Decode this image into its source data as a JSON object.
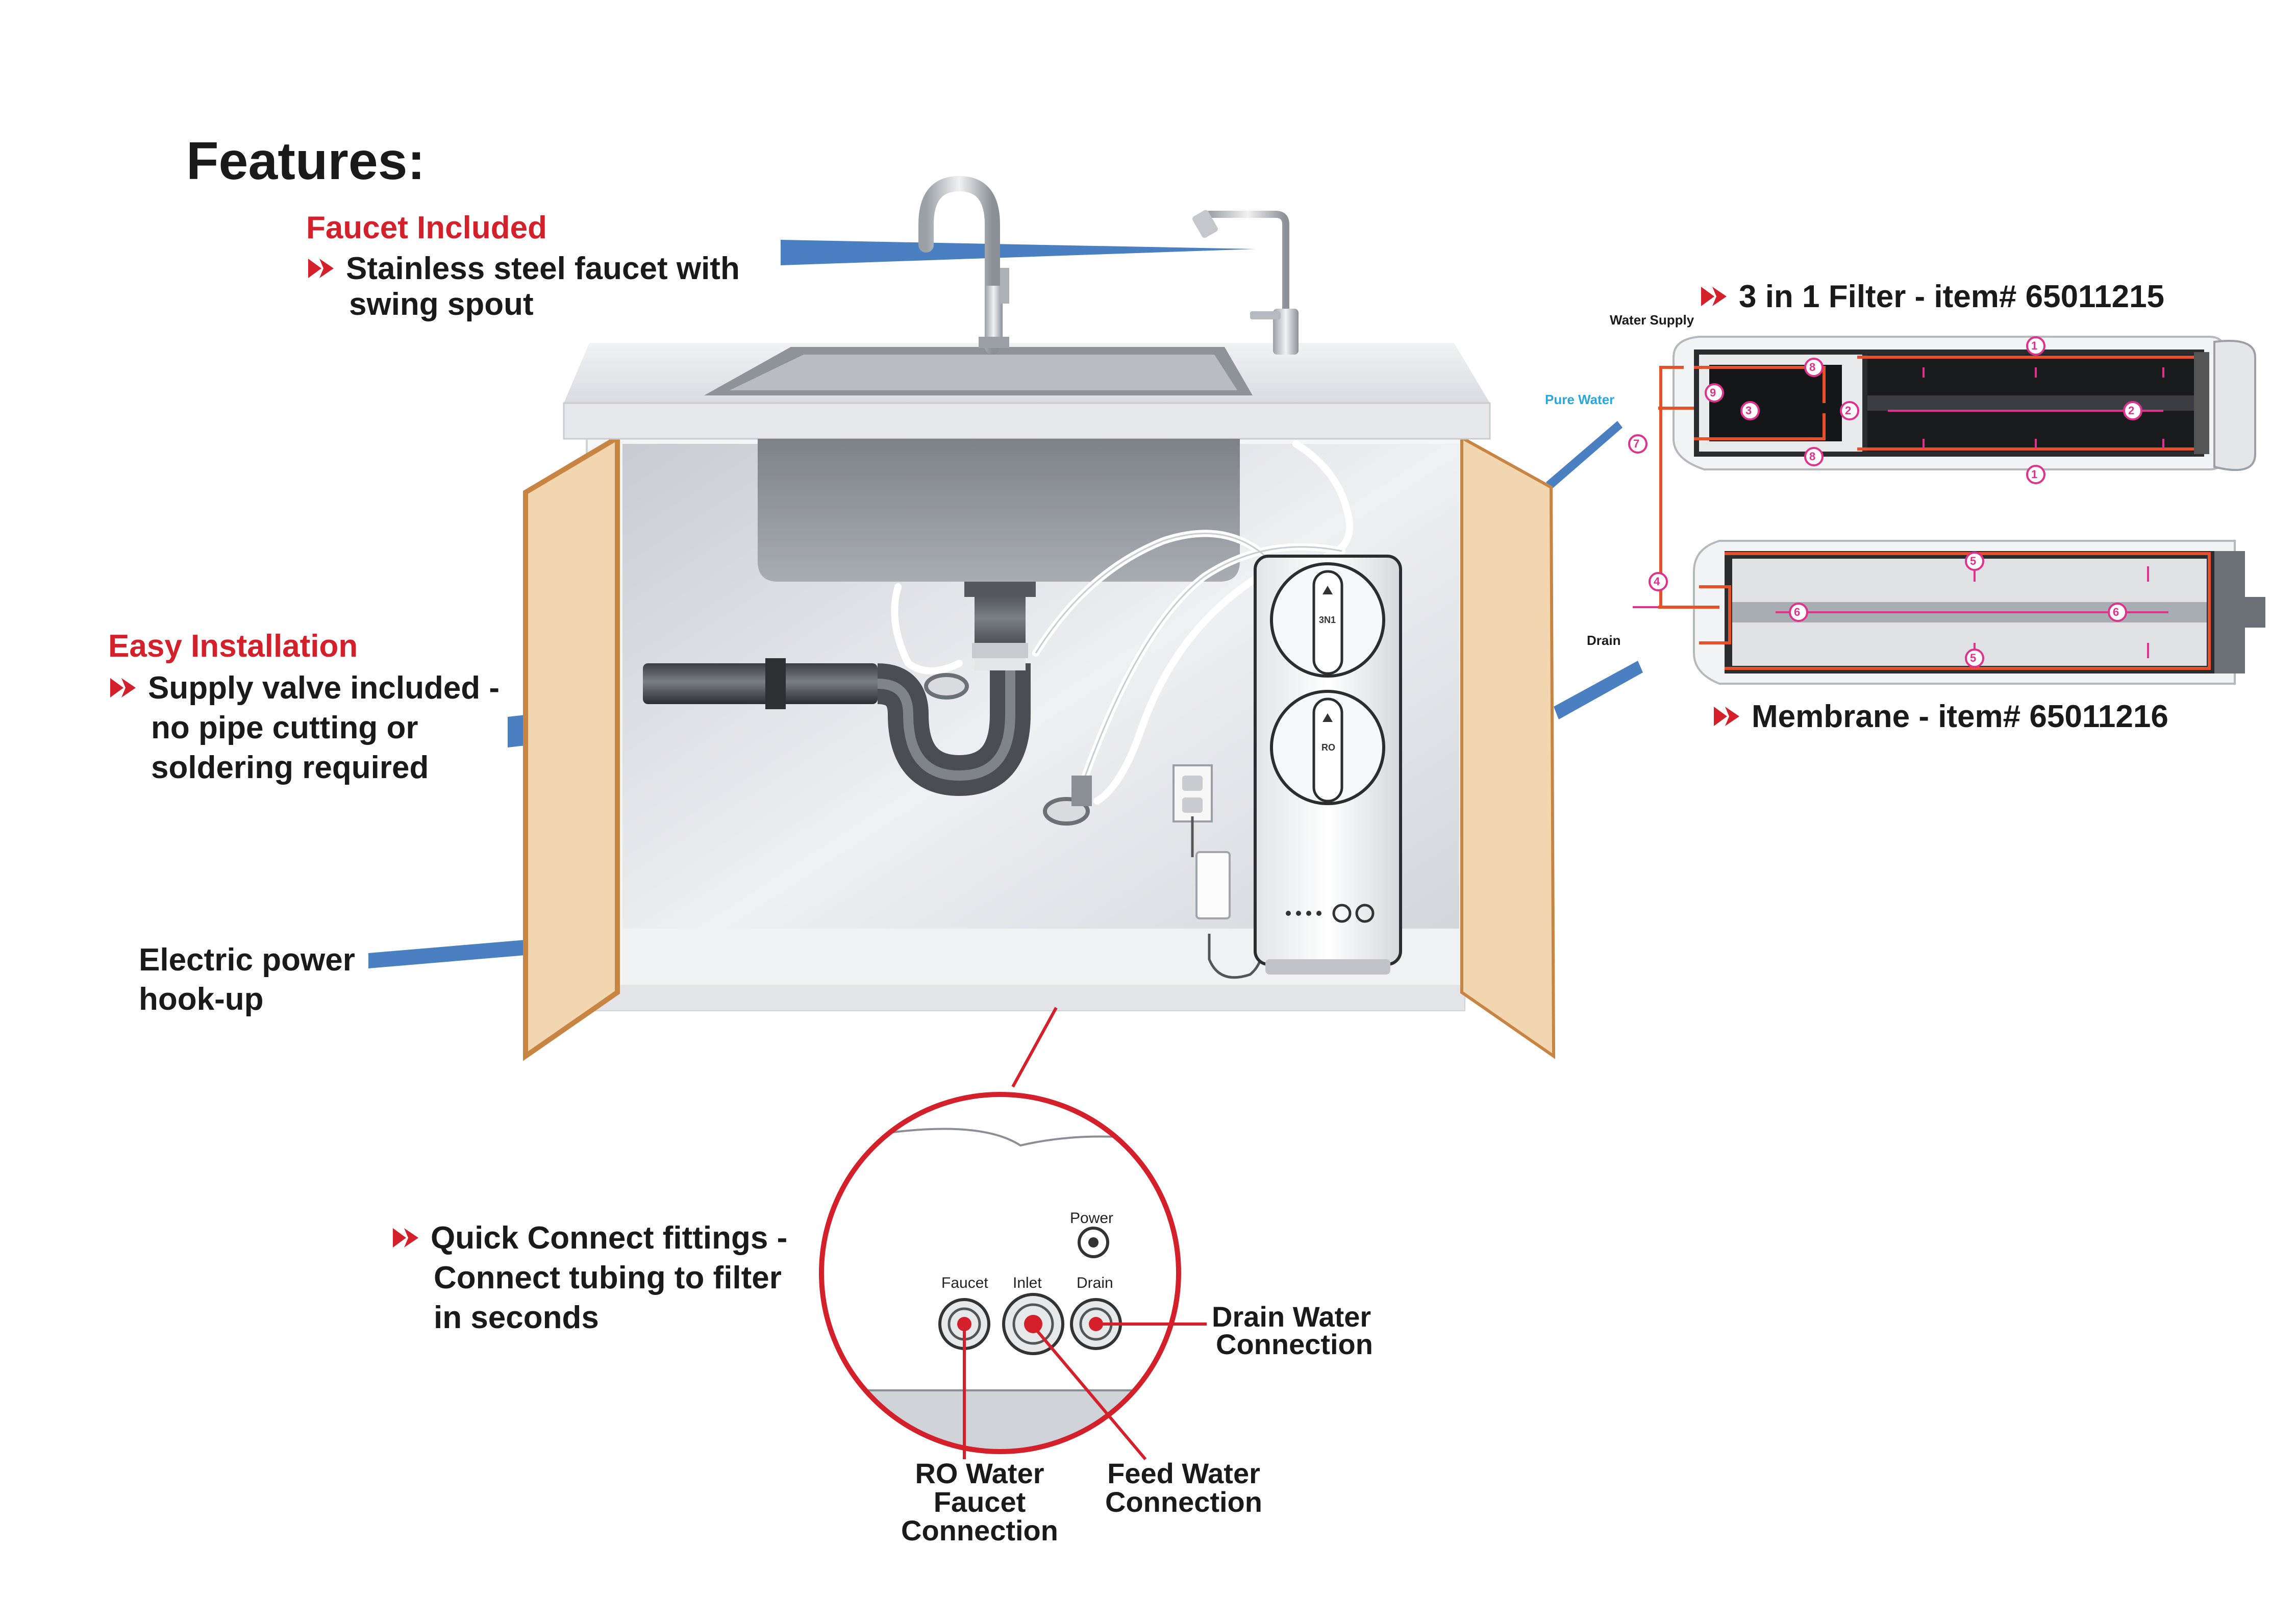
{
  "title": "Features:",
  "faucet": {
    "heading": "Faucet Included",
    "lines": [
      "Stainless steel faucet with",
      "swing spout"
    ]
  },
  "installation": {
    "heading": "Easy Installation",
    "lines": [
      "Supply valve included -",
      "no pipe cutting or",
      "soldering required"
    ]
  },
  "power": {
    "lines": [
      "Electric power",
      "hook-up"
    ]
  },
  "quick_connect": {
    "lines": [
      "Quick Connect fittings -",
      "Connect tubing to filter",
      "in seconds"
    ]
  },
  "filter": {
    "label": "3 in 1 Filter - item# 65011215",
    "water_supply": "Water Supply",
    "pure_water": "Pure Water",
    "numbers": [
      "1",
      "2",
      "3",
      "7",
      "8",
      "9"
    ]
  },
  "membrane": {
    "label": "Membrane - item# 65011216",
    "drain": "Drain",
    "numbers": [
      "4",
      "5",
      "6"
    ]
  },
  "unit": {
    "top_label": "3N1",
    "bottom_label": "RO"
  },
  "connections": {
    "power": "Power",
    "faucet": "Faucet",
    "inlet": "Inlet",
    "drain": "Drain"
  },
  "callouts": {
    "drain_water": [
      "Drain Water",
      "Connection"
    ],
    "ro_faucet": [
      "RO Water",
      "Faucet",
      "Connection"
    ],
    "feed_water": [
      "Feed Water",
      "Connection"
    ]
  },
  "colors": {
    "accent_red": "#d4202a",
    "pointer_blue": "#4a7fc1",
    "flow_orange": "#e8502a",
    "flow_magenta": "#e0328c",
    "door_wood": "#f2d6b0"
  },
  "icons": [
    "arrow-bullet-icon"
  ]
}
